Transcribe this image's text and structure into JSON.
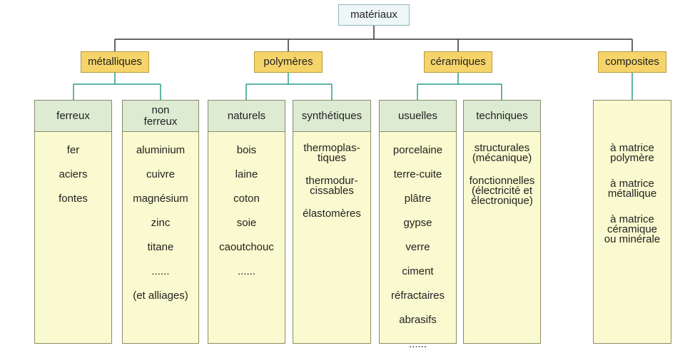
{
  "root": "matériaux",
  "categories": {
    "metalliques": "métalliques",
    "polymeres": "polymères",
    "ceramiques": "céramiques",
    "composites": "composites"
  },
  "columns": {
    "ferreux": {
      "head": "ferreux",
      "items": [
        "fer",
        "aciers",
        "fontes"
      ]
    },
    "non_ferreux": {
      "head": "non\nferreux",
      "items": [
        "aluminium",
        "cuivre",
        "magnésium",
        "zinc",
        "titane",
        "......",
        "(et alliages)"
      ]
    },
    "naturels": {
      "head": "naturels",
      "items": [
        "bois",
        "laine",
        "coton",
        "soie",
        "caoutchouc",
        "......"
      ]
    },
    "synthetiques": {
      "head": "synthétiques",
      "items": [
        "thermoplas-\ntiques",
        "thermodur-\ncissables",
        "élastomères"
      ]
    },
    "usuelles": {
      "head": "usuelles",
      "items": [
        "porcelaine",
        "terre-cuite",
        "plâtre",
        "gypse",
        "verre",
        "ciment",
        "réfractaires",
        "abrasifs",
        "......"
      ]
    },
    "techniques": {
      "head": "techniques",
      "items": [
        "structurales\n(mécanique)",
        "fonctionnelles\n(électricité et\nélectronique)"
      ]
    },
    "composites": {
      "items": [
        "à matrice\npolymère",
        "à matrice\nmétallique",
        "à matrice\ncéramique\nou minérale"
      ]
    }
  }
}
